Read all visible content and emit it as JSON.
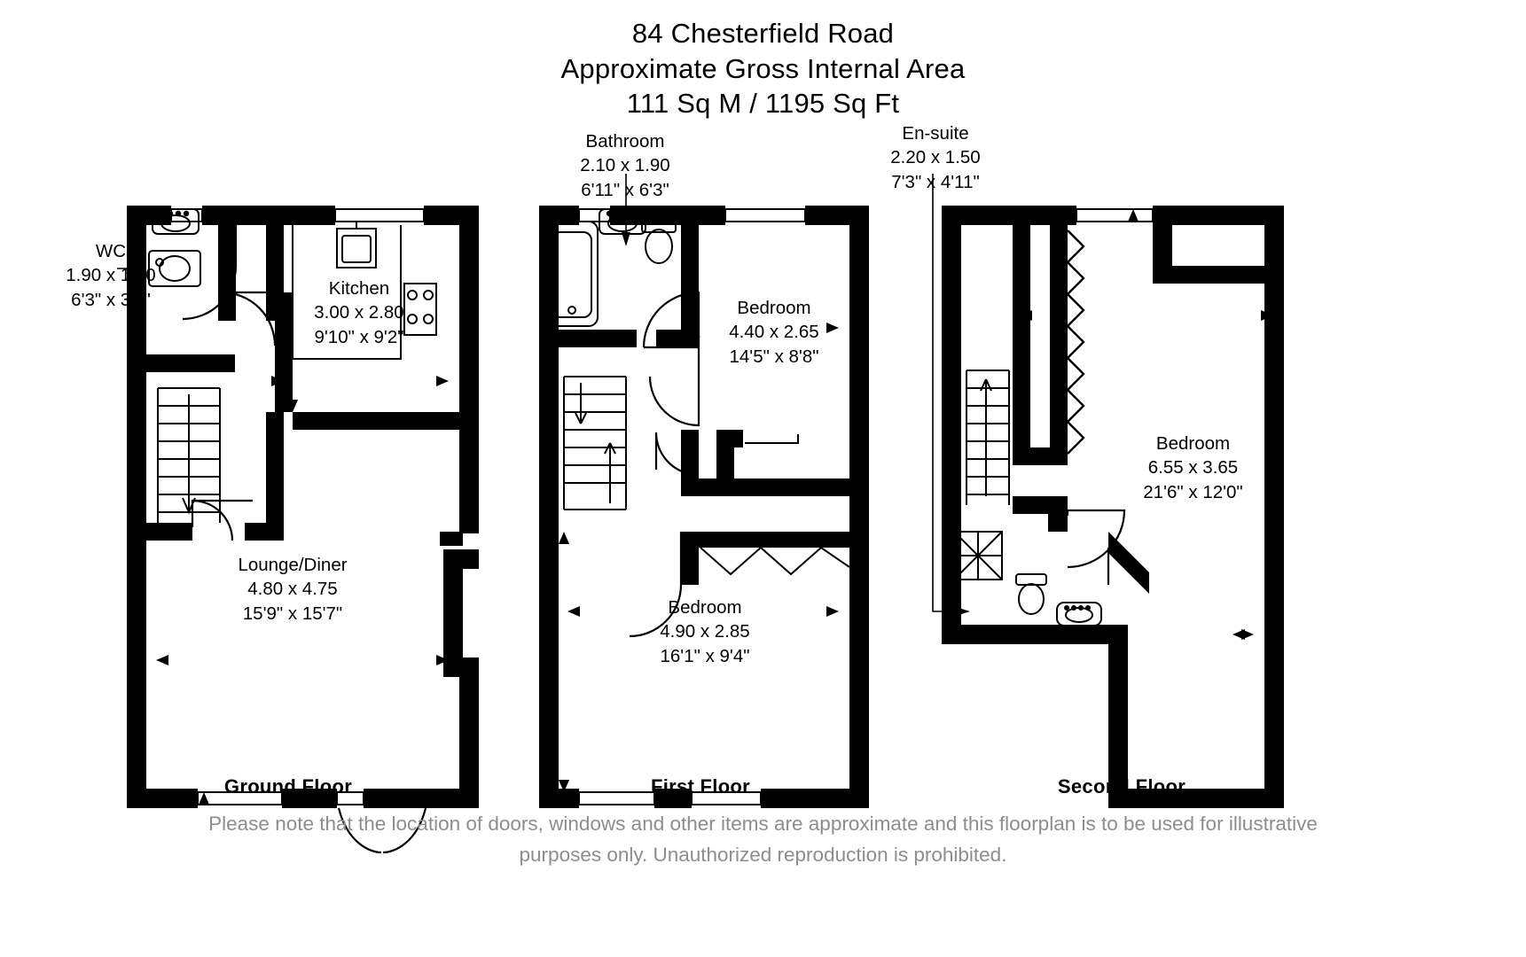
{
  "document": {
    "type": "floorplan",
    "title_lines": [
      "84 Chesterfield Road",
      "Approximate Gross Internal Area",
      "111 Sq M / 1195 Sq Ft"
    ],
    "address": "84 Chesterfield Road",
    "area_metric": "111 Sq M",
    "area_imperial": "1195 Sq Ft",
    "background_color": "#ffffff",
    "wall_color": "#000000",
    "disclaimer_color": "#8d8d8d"
  },
  "disclaimer": {
    "line1": "Please note that the location of doors, windows and other items are approximate and this floorplan is to be used for illustrative",
    "line2": "purposes only. Unauthorized reproduction is prohibited."
  },
  "floors": [
    {
      "id": "ground",
      "caption": "Ground Floor",
      "rooms": [
        {
          "id": "wc",
          "name": "WC",
          "metric": "1.90 x 1.00",
          "imperial": "6'3\" x 3'3\"",
          "external_label": true,
          "leader_line": true
        },
        {
          "id": "kitchen",
          "name": "Kitchen",
          "metric": "3.00 x 2.80",
          "imperial": "9'10\" x 9'2\"",
          "external_label": false,
          "leader_line": false
        },
        {
          "id": "lounge-diner",
          "name": "Lounge/Diner",
          "metric": "4.80 x 4.75",
          "imperial": "15'9\" x 15'7\"",
          "external_label": false,
          "leader_line": false
        }
      ]
    },
    {
      "id": "first",
      "caption": "First Floor",
      "rooms": [
        {
          "id": "bathroom",
          "name": "Bathroom",
          "metric": "2.10 x 1.90",
          "imperial": "6'11\" x 6'3\"",
          "external_label": true,
          "leader_line": true
        },
        {
          "id": "bedroom-front",
          "name": "Bedroom",
          "metric": "4.40 x 2.65",
          "imperial": "14'5\" x 8'8\"",
          "external_label": false,
          "leader_line": false
        },
        {
          "id": "bedroom-rear",
          "name": "Bedroom",
          "metric": "4.90 x 2.85",
          "imperial": "16'1\" x 9'4\"",
          "external_label": false,
          "leader_line": false
        }
      ]
    },
    {
      "id": "second",
      "caption": "Second Floor",
      "rooms": [
        {
          "id": "en-suite",
          "name": "En-suite",
          "metric": "2.20 x 1.50",
          "imperial": "7'3\" x 4'11\"",
          "external_label": true,
          "leader_line": true
        },
        {
          "id": "bedroom-master",
          "name": "Bedroom",
          "metric": "6.55 x 3.65",
          "imperial": "21'6\" x 12'0\"",
          "external_label": false,
          "leader_line": false
        }
      ]
    }
  ],
  "fixtures": {
    "ground": [
      "wash-basin-icon",
      "toilet-icon",
      "sink-icon",
      "hob-icon",
      "worktop-icon",
      "staircase-down-icon"
    ],
    "first": [
      "bathtub-icon",
      "wash-basin-icon",
      "toilet-icon",
      "staircase-updown-icon"
    ],
    "second": [
      "shower-icon",
      "toilet-icon",
      "wash-basin-icon",
      "staircase-up-icon"
    ]
  }
}
